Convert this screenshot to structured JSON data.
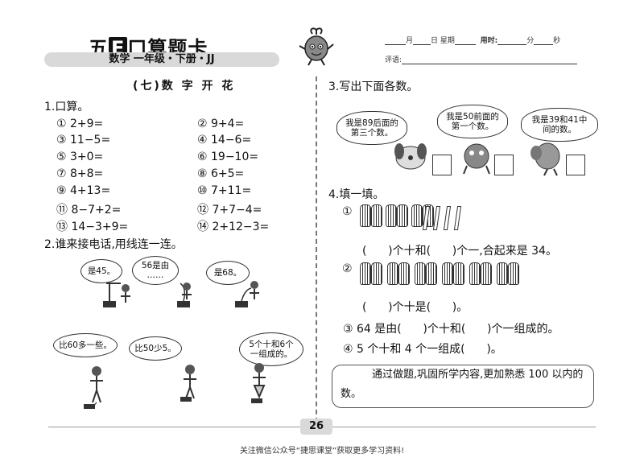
{
  "header": {
    "brand_prefix": "五",
    "brand_e": "E",
    "brand_suffix": "口算题卡",
    "subtitle": "数学  一年级・下册・JJ",
    "date_month": "月",
    "date_day": "日",
    "date_weekday_label": "星期",
    "time_used_label": "用时:",
    "time_min": "分",
    "time_sec": "秒",
    "comment_label": "评语:"
  },
  "lesson_title": "(七)数 字 开 花",
  "section1": {
    "heading": "1.口算。",
    "problems": [
      {
        "num": "①",
        "expr": "2+9="
      },
      {
        "num": "②",
        "expr": "9+4="
      },
      {
        "num": "③",
        "expr": "11−5="
      },
      {
        "num": "④",
        "expr": "14−6="
      },
      {
        "num": "⑤",
        "expr": "3+0="
      },
      {
        "num": "⑥",
        "expr": "19−10="
      },
      {
        "num": "⑦",
        "expr": "8+8="
      },
      {
        "num": "⑧",
        "expr": "6+5="
      },
      {
        "num": "⑨",
        "expr": "4+13="
      },
      {
        "num": "⑩",
        "expr": "7+11="
      },
      {
        "num": "⑪",
        "expr": "8−7+2="
      },
      {
        "num": "⑫",
        "expr": "7+7−4="
      },
      {
        "num": "⑬",
        "expr": "14−3+9="
      },
      {
        "num": "⑭",
        "expr": "2+12−3="
      }
    ]
  },
  "section2": {
    "heading": "2.谁来接电话,用线连一连。",
    "top_bubbles": [
      "是45。",
      "56是由\n……",
      "是68。"
    ],
    "bottom_bubbles": [
      "比60多一些。",
      "比50少5。",
      "5个十和6个\n一组成的。"
    ]
  },
  "section3": {
    "heading": "3.写出下面各数。",
    "bubbles": [
      "我是89后面的\n第三个数。",
      "我是50前面的\n第一个数。",
      "我是39和41中\n间的数。"
    ]
  },
  "section4": {
    "heading": "4.填一填。",
    "q1_num": "①",
    "q1_text": "(      )个十和(      )个一,合起来是 34。",
    "q2_num": "②",
    "q2_text": "(      )个十是(      )。",
    "q3": "③ 64 是由(      )个十和(      )个一组成的。",
    "q4": "④ 5 个十和 4 个一组成(      )。"
  },
  "note": "通过做题,巩固所学内容,更加熟悉 100 以内的数。",
  "page_number": "26",
  "footer": "关注微信公众号“捷思课堂”获取更多学习资料!"
}
